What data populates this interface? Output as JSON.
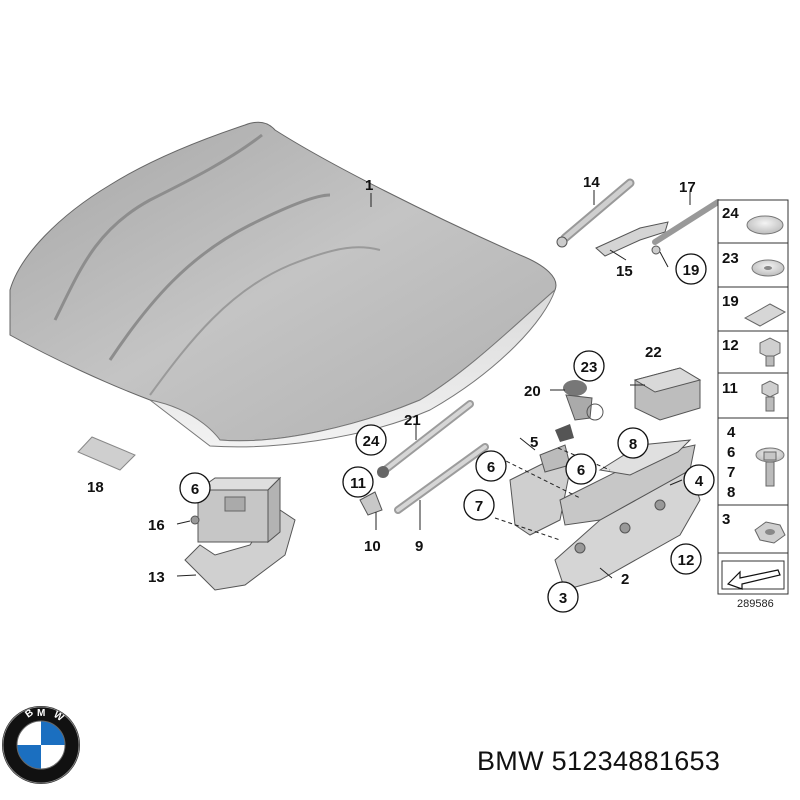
{
  "callouts": {
    "c1": "1",
    "c2": "2",
    "c3": "3",
    "c4": "4",
    "c5": "5",
    "c6": "6",
    "c6b": "6",
    "c6c": "6",
    "c7": "7",
    "c8": "8",
    "c9": "9",
    "c10": "10",
    "c11": "11",
    "c12": "12",
    "c13": "13",
    "c14": "14",
    "c15": "15",
    "c16": "16",
    "c17": "17",
    "c18": "18",
    "c19": "19",
    "c20": "20",
    "c21": "21",
    "c22": "22",
    "c23": "23",
    "c24": "24"
  },
  "legend": [
    {
      "label": "24"
    },
    {
      "label": "23"
    },
    {
      "label": "19"
    },
    {
      "label": "12"
    },
    {
      "label": "11"
    },
    {
      "label": "4\n6\n7\n8"
    },
    {
      "label": "3"
    }
  ],
  "legend_stack": [
    "4",
    "6",
    "7",
    "8"
  ],
  "diagram_number": "289586",
  "caption": "BMW 51234881653",
  "colors": {
    "hood": "#b9b9b9",
    "hood_dark": "#9e9e9e",
    "part_fill": "#d8d8d8",
    "line": "#222222"
  },
  "icons": [
    "bmw-logo-icon",
    "arrow-symbol-icon"
  ]
}
